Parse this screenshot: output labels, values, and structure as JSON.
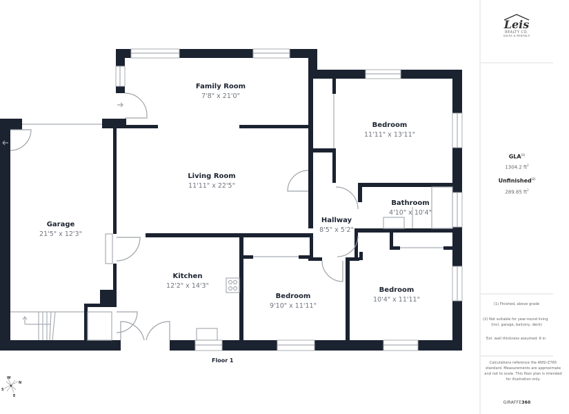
{
  "floor_label": "Floor 1",
  "compass": {
    "north": "N",
    "south": "S",
    "east": "E",
    "west": "W"
  },
  "rooms": {
    "family_room": {
      "name": "Family Room",
      "dims": "7'8\" x 21'0\""
    },
    "living_room": {
      "name": "Living Room",
      "dims": "11'11\" x 22'5\""
    },
    "bedroom_ne": {
      "name": "Bedroom",
      "dims": "11'11\" x 13'11\""
    },
    "bathroom": {
      "name": "Bathroom",
      "dims": "4'10\" x 10'4\""
    },
    "hallway": {
      "name": "Hallway",
      "dims": "8'5\" x 5'2\""
    },
    "garage": {
      "name": "Garage",
      "dims": "21'5\" x 12'3\""
    },
    "kitchen": {
      "name": "Kitchen",
      "dims": "12'2\" x 14'3\""
    },
    "bedroom_s": {
      "name": "Bedroom",
      "dims": "9'10\" x 11'11\""
    },
    "bedroom_se": {
      "name": "Bedroom",
      "dims": "10'4\" x 11'11\""
    }
  },
  "sidebar": {
    "logo": {
      "name": "Leis",
      "line1": "REALTY CO.",
      "line2": "SALES & RENTALS"
    },
    "gla": {
      "label": "GLA",
      "sup": "(1)",
      "value": "1304.2 ft",
      "unit_sup": "2"
    },
    "unfinished": {
      "label": "Unfinished",
      "sup": "(2)",
      "value": "289.85 ft",
      "unit_sup": "2"
    },
    "notes": [
      "(1) Finished, above grade",
      "(2) Not suitable for year-round living",
      "(incl. garage, balcony, deck)",
      "Ext. wall thickness assumed: 6 in"
    ],
    "disclaimer": "Calculations reference the ANSI-Z765 standard. Measurements are approximate and not to scale. This floor plan is intended for illustration only.",
    "brand_prefix": "GIRAFFE",
    "brand_suffix": "360"
  },
  "colors": {
    "wall": "#1b2230",
    "window": "#a8acb2",
    "text_dim": "#6f747c"
  }
}
